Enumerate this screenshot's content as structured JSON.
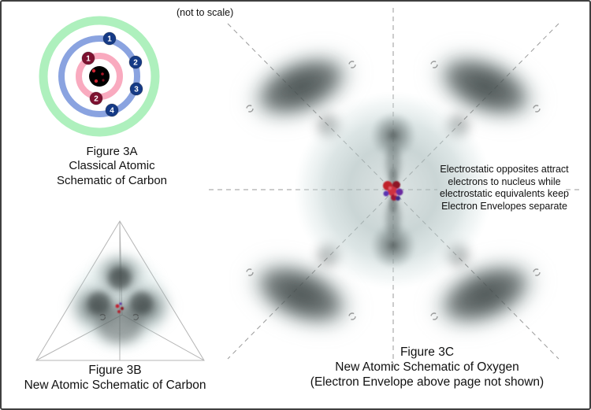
{
  "page": {
    "not_to_scale": "(not to scale)",
    "background_color": "#ffffff",
    "border_color": "#3f3f3f"
  },
  "fig3a": {
    "caption": {
      "line1": "Figure 3A",
      "line2": "Classical Atomic",
      "line3": "Schematic of Carbon"
    },
    "outer_electrons": [
      "1",
      "2",
      "3",
      "4"
    ],
    "inner_electrons": [
      "1",
      "2"
    ],
    "colors": {
      "outer_ring": "#aef0bd",
      "middle_ring": "#8aa3e0",
      "inner_ring": "#f9aabf",
      "nucleus": "#000000",
      "outer_electron": "#153a86",
      "inner_electron": "#7d1130"
    }
  },
  "fig3b": {
    "caption": {
      "line1": "Figure 3B",
      "line2": "New Atomic Schematic of Carbon"
    }
  },
  "fig3c": {
    "annotation": {
      "line1": "Electrostatic opposites attract",
      "line2": "electrons to nucleus while",
      "line3": "electrostatic equivalents keep",
      "line4": "Electron Envelopes separate"
    },
    "caption": {
      "line1": "Figure 3C",
      "line2": "New Atomic Schematic of Oxygen",
      "line3": "(Electron Envelope above page not shown)"
    },
    "colors": {
      "envelope": "#b4c6c6",
      "lobe": "#414b4b",
      "nucleus_red": "#c0202c",
      "nucleus_purple": "#5a35b0",
      "dashed_line": "#9a9a9a"
    }
  }
}
